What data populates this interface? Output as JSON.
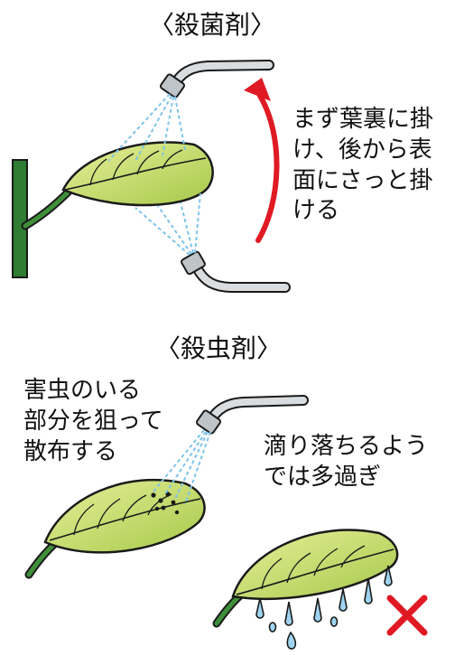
{
  "fungicide": {
    "heading": "〈殺菌剤〉",
    "note_lines": [
      "まず葉裏に掛",
      "け、後から表",
      "面にさっと掛",
      "ける"
    ]
  },
  "insecticide": {
    "heading": "〈殺虫剤〉",
    "target_note_lines": [
      "害虫のいる",
      "部分を狙って",
      "散布する"
    ],
    "drip_note_lines": [
      "滴り落ちるよう",
      "では多過ぎ"
    ]
  },
  "colors": {
    "leaf_fill": "#bcd763",
    "leaf_highlight": "#e8ef9a",
    "outline": "#1a1a1a",
    "stem": "#2e7d32",
    "spray": "#7fc4e8",
    "drip": "#9fd4f0",
    "arrow": "#e01a24",
    "cross": "#e01a24",
    "nozzle": "#d9dde0"
  },
  "icons": {
    "arrow": "curved-arrow",
    "wrong": "red-cross"
  }
}
